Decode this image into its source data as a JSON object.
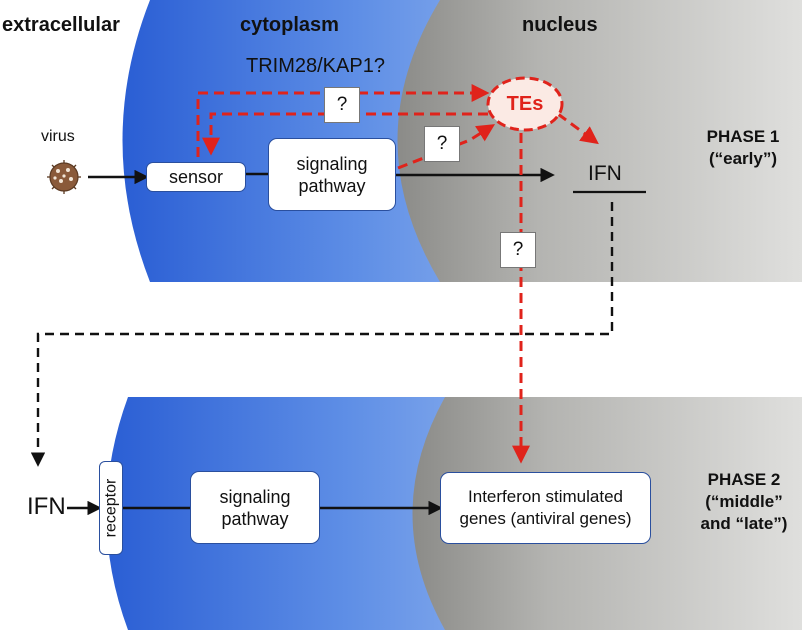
{
  "headers": {
    "extracellular": "extracellular",
    "cytoplasm": "cytoplasm",
    "nucleus": "nucleus"
  },
  "phase1": {
    "line1": "PHASE 1",
    "line2": "(“early”)",
    "virus": "virus",
    "sensor": "sensor",
    "signaling_line1": "signaling",
    "signaling_line2": "pathway",
    "trim": "TRIM28/KAP1?",
    "tes": "TEs",
    "ifn": "IFN",
    "question": "?"
  },
  "phase2": {
    "line1": "PHASE 2",
    "line2": "(“middle”",
    "line3": "and “late”)",
    "ifn": "IFN",
    "receptor": "receptor",
    "signaling_line1": "signaling",
    "signaling_line2": "pathway",
    "isg_line1": "Interferon stimulated",
    "isg_line2": "genes (antiviral genes)"
  },
  "colors": {
    "red_arrow": "#e0231b",
    "black_arrow": "#111111",
    "cytoplasm_deep": "#2f63d6",
    "cytoplasm_light": "#c9dcf6",
    "nucleus_dark": "#8e8e8a",
    "nucleus_light": "#dcdcda",
    "box_border": "#2a4f9e"
  },
  "icons": {
    "virus": "virus-particle-icon"
  }
}
